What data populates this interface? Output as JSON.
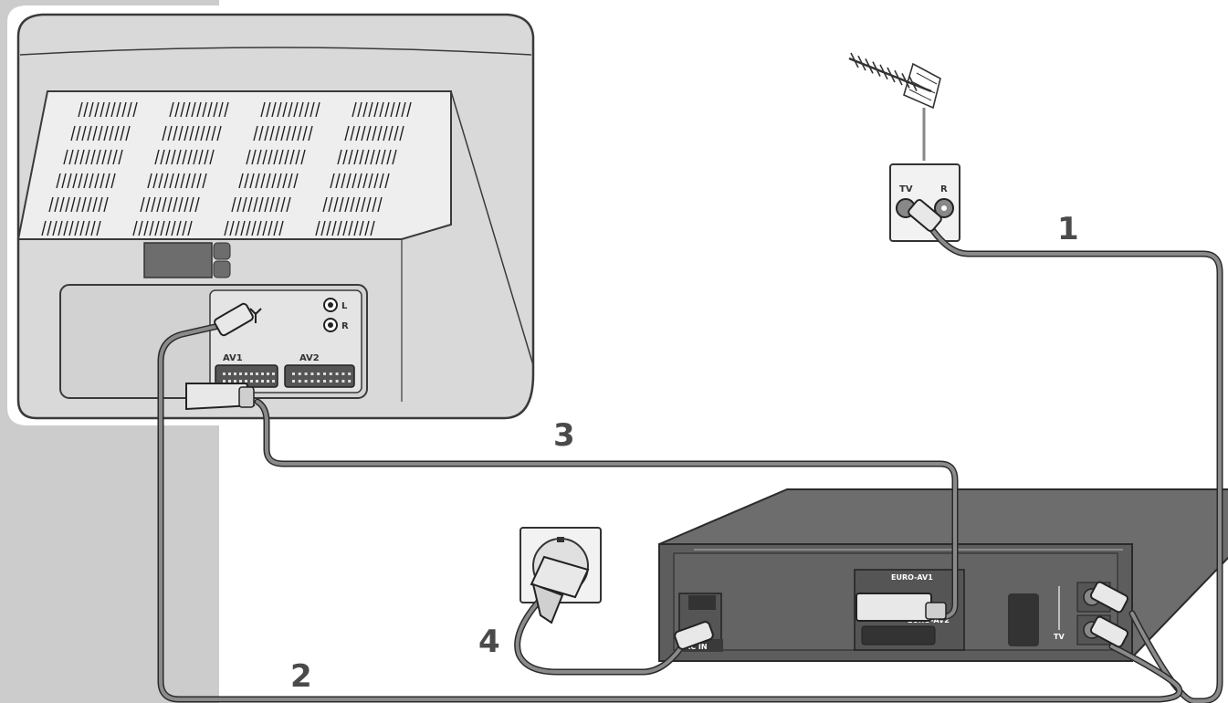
{
  "callouts": {
    "one": "1",
    "two": "2",
    "three": "3",
    "four": "4"
  },
  "wall_socket": {
    "tv_label": "TV",
    "r_label": "R"
  },
  "tv_panel": {
    "av1_label": "AV1",
    "av2_label": "AV2",
    "l_label": "L",
    "r_label": "R"
  },
  "recorder": {
    "euro_av1_label": "EURO-AV1",
    "euro_av2_label": "EURO-AV2",
    "ac_in_label": "AC IN",
    "tv_out_label": "TV"
  },
  "colors": {
    "side_band": "#cccccc",
    "tv_body": "#d9d9d9",
    "recorder_body": "#6d6d6d",
    "cable": "#7a7a7a"
  },
  "icons": {
    "antenna": "antenna-icon",
    "aerial_symbol": "aerial-symbol-icon",
    "mains_plug": "mains-plug-icon"
  }
}
